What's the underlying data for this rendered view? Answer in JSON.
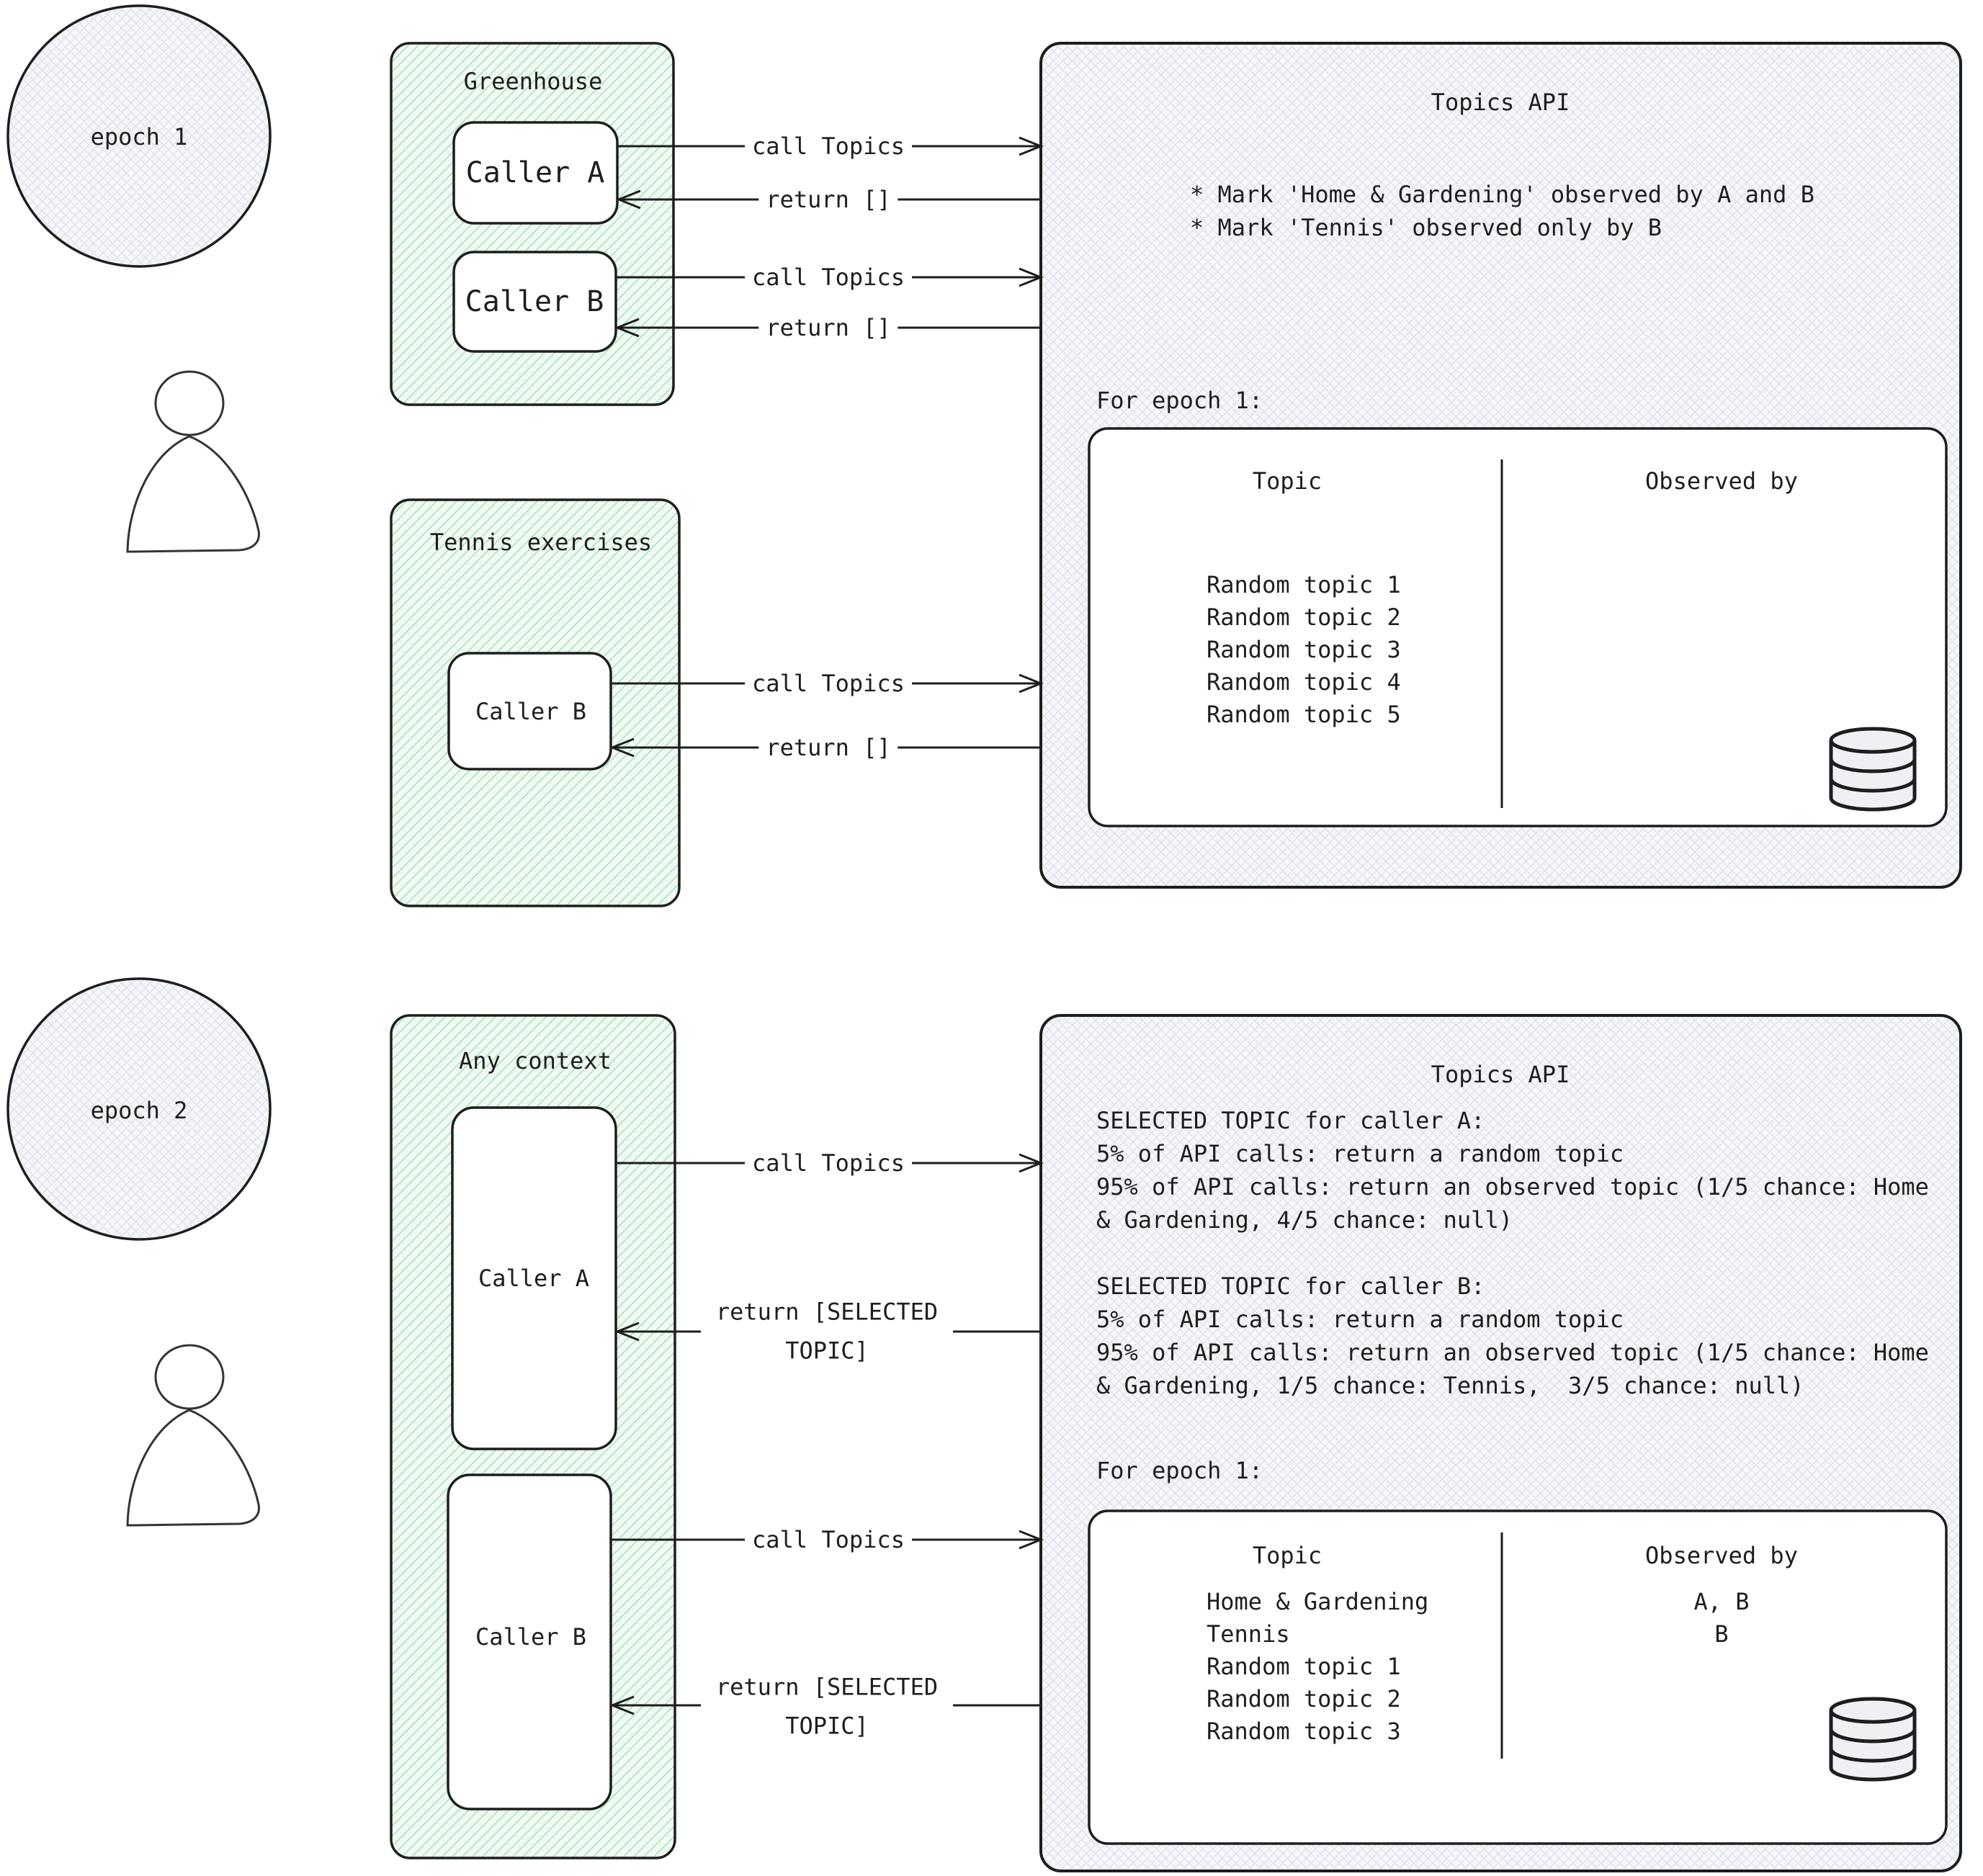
{
  "epoch1": {
    "label": "epoch 1",
    "greenhouse": {
      "title": "Greenhouse",
      "caller_a": "Caller A",
      "caller_b": "Caller B"
    },
    "tennis": {
      "title": "Tennis exercises",
      "caller_b": "Caller B"
    },
    "arrows": {
      "call_a": "call Topics",
      "return_a": "return []",
      "call_b": "call Topics",
      "return_b": "return []",
      "call_tennis": "call Topics",
      "return_tennis": "return []"
    },
    "api": {
      "title": "Topics API",
      "notes": [
        "* Mark 'Home & Gardening' observed by A and B",
        "* Mark 'Tennis' observed only by B"
      ],
      "for_label": "For epoch 1:",
      "table": {
        "col_topic": "Topic",
        "col_observed": "Observed by",
        "rows": [
          {
            "topic": "Random topic 1",
            "observed": ""
          },
          {
            "topic": "Random topic 2",
            "observed": ""
          },
          {
            "topic": "Random topic 3",
            "observed": ""
          },
          {
            "topic": "Random topic 4",
            "observed": ""
          },
          {
            "topic": "Random topic 5",
            "observed": ""
          }
        ]
      }
    }
  },
  "epoch2": {
    "label": "epoch 2",
    "context": {
      "title": "Any context",
      "caller_a": "Caller A",
      "caller_b": "Caller B"
    },
    "arrows": {
      "call_a": "call Topics",
      "return_a": "return [SELECTED TOPIC]",
      "call_b": "call Topics",
      "return_b": "return [SELECTED TOPIC]"
    },
    "api": {
      "title": "Topics API",
      "selection_lines": [
        "SELECTED TOPIC for caller A:",
        "5% of API calls: return a random topic",
        "95% of API calls: return an observed topic (1/5 chance: Home",
        "& Gardening, 4/5 chance: null)",
        "",
        "SELECTED TOPIC for caller B:",
        "5% of API calls: return a random topic",
        "95% of API calls: return an observed topic (1/5 chance: Home",
        "& Gardening, 1/5 chance: Tennis,  3/5 chance: null)"
      ],
      "for_label": "For epoch 1:",
      "table": {
        "col_topic": "Topic",
        "col_observed": "Observed by",
        "rows": [
          {
            "topic": "Home & Gardening",
            "observed": "A, B"
          },
          {
            "topic": "Tennis",
            "observed": "B"
          },
          {
            "topic": "Random topic 1",
            "observed": ""
          },
          {
            "topic": "Random topic 2",
            "observed": ""
          },
          {
            "topic": "Random topic 3",
            "observed": ""
          }
        ]
      }
    }
  },
  "colors": {
    "stroke": "#1e1e1e",
    "context_fill": "#f0faf2",
    "context_hatch": "#a8e3b8",
    "api_fill": "#f5f6f8",
    "api_hatch": "#dfe3ed"
  }
}
